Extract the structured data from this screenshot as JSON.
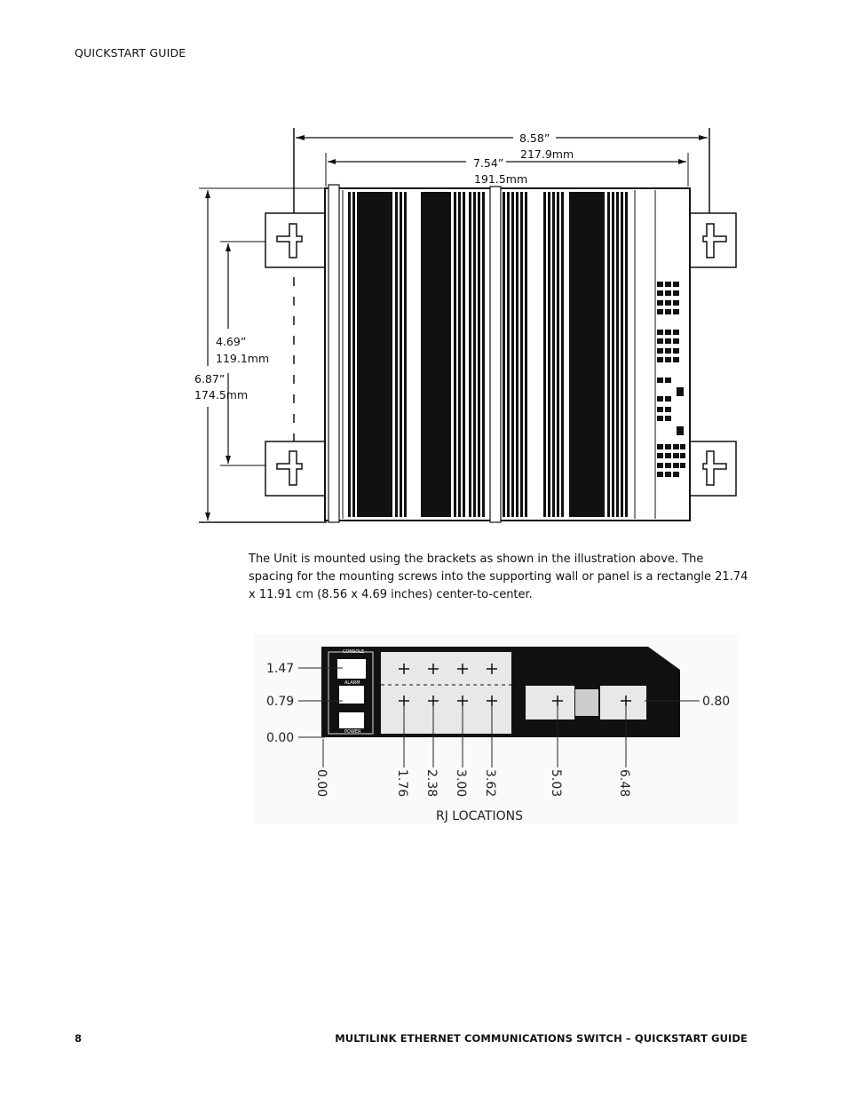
{
  "header": {
    "text": "QUICKSTART GUIDE"
  },
  "figure1": {
    "width_in": "8.58”",
    "width_mm": "217.9mm",
    "inner_width_in": "7.54”",
    "inner_width_mm": "191.5mm",
    "hole_spacing_in": "4.69”",
    "hole_spacing_mm": "119.1mm",
    "height_in": "6.87”",
    "height_mm": "174.5mm"
  },
  "body": {
    "paragraph": "The Unit is mounted using the brackets as shown in the illustration above. The spacing for the mounting screws into the supporting wall or panel is a rectangle 21.74 x 11.91 cm (8.56 x 4.69 inches) center-to-center."
  },
  "figure2": {
    "y_labels": [
      "1.47",
      "0.79",
      "0.00"
    ],
    "right_label": "0.80",
    "x_labels": [
      "0.00",
      "1.76",
      "2.38",
      "3.00",
      "3.62",
      "5.03",
      "6.48"
    ],
    "panel_labels": [
      "CONSOLE",
      "ALARM",
      "POWER"
    ],
    "caption": "RJ LOCATIONS"
  },
  "footer": {
    "page_number": "8",
    "title": "MULTILINK ETHERNET COMMUNICATIONS SWITCH – QUICKSTART GUIDE"
  }
}
